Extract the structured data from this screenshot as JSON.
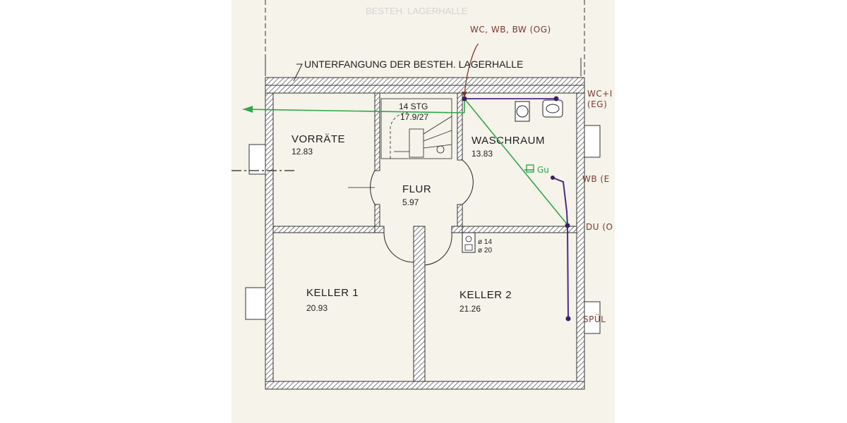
{
  "header_note": "UNTERFANGUNG DER BESTEH. LAGERHALLE",
  "faded_heading": "BESTEH. LAGERHALLE",
  "stairs": {
    "steps": "14 STG",
    "dims": "17.9/27"
  },
  "rooms": [
    {
      "id": "vorraete",
      "name": "VORRÄTE",
      "area": "12.83"
    },
    {
      "id": "flur",
      "name": "FLUR",
      "area": "5.97"
    },
    {
      "id": "waschraum",
      "name": "WASCHRAUM",
      "area": "13.83"
    },
    {
      "id": "keller1",
      "name": "KELLER 1",
      "area": "20.93"
    },
    {
      "id": "keller2",
      "name": "KELLER 2",
      "area": "21.26"
    }
  ],
  "chimney": {
    "d1": "ø 14",
    "d2": "ø 20"
  },
  "handwritten": {
    "top": "WC, WB, BW (OG)",
    "right_wc": "WC+I",
    "right_eg": "(EG)",
    "wb": "WB (E",
    "du": "DU (O",
    "spuel": "SPÜL",
    "gully": "Gu"
  },
  "colors": {
    "wall_hatch": "#444444",
    "green_line": "#2fa84a",
    "purple_line": "#4b2a8a",
    "annotation": "#7a3a30",
    "paper": "#f6f3ea"
  }
}
